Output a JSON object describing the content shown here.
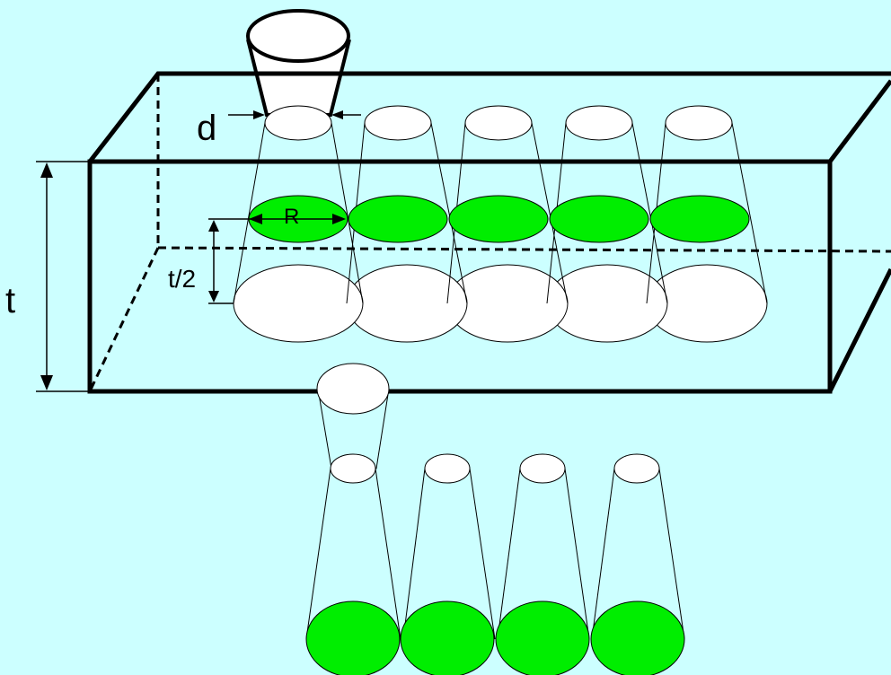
{
  "labels": {
    "d": "d",
    "R": "R",
    "t_half": "t/2",
    "t": "t"
  },
  "colors": {
    "background": "#CCFFFF",
    "green_fill": "#00EE00",
    "white_fill": "#FFFFFF",
    "stroke": "#000000"
  }
}
